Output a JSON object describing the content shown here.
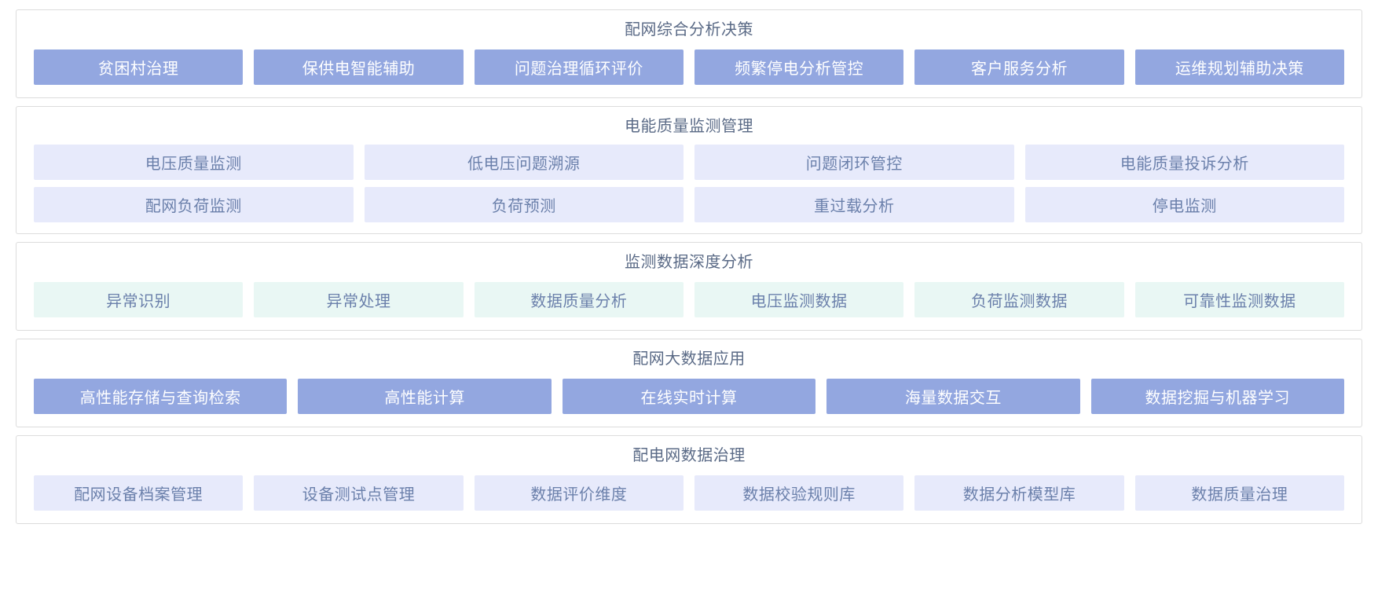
{
  "colors": {
    "tile_blue_bg": "#93a7e0",
    "tile_blue_text": "#ffffff",
    "tile_lavender_bg": "#e7eafb",
    "tile_mint_bg": "#e9f7f4",
    "tile_muted_text": "#6b80ab",
    "title_text": "#5a6a86",
    "section_border": "#dcdcdc",
    "page_bg": "#ffffff"
  },
  "sections": [
    {
      "title": "配网综合分析决策",
      "theme": "blue",
      "columns": 6,
      "tiles": [
        "贫困村治理",
        "保供电智能辅助",
        "问题治理循环评价",
        "频繁停电分析管控",
        "客户服务分析",
        "运维规划辅助决策"
      ]
    },
    {
      "title": "电能质量监测管理",
      "theme": "lavender",
      "columns": 4,
      "tiles": [
        "电压质量监测",
        "低电压问题溯源",
        "问题闭环管控",
        "电能质量投诉分析",
        "配网负荷监测",
        "负荷预测",
        "重过载分析",
        "停电监测"
      ]
    },
    {
      "title": "监测数据深度分析",
      "theme": "mint",
      "columns": 6,
      "tiles": [
        "异常识别",
        "异常处理",
        "数据质量分析",
        "电压监测数据",
        "负荷监测数据",
        "可靠性监测数据"
      ]
    },
    {
      "title": "配网大数据应用",
      "theme": "blue",
      "columns": 5,
      "tiles": [
        "高性能存储与查询检索",
        "高性能计算",
        "在线实时计算",
        "海量数据交互",
        "数据挖掘与机器学习"
      ]
    },
    {
      "title": "配电网数据治理",
      "theme": "lavender",
      "columns": 6,
      "tiles": [
        "配网设备档案管理",
        "设备测试点管理",
        "数据评价维度",
        "数据校验规则库",
        "数据分析模型库",
        "数据质量治理"
      ]
    }
  ]
}
